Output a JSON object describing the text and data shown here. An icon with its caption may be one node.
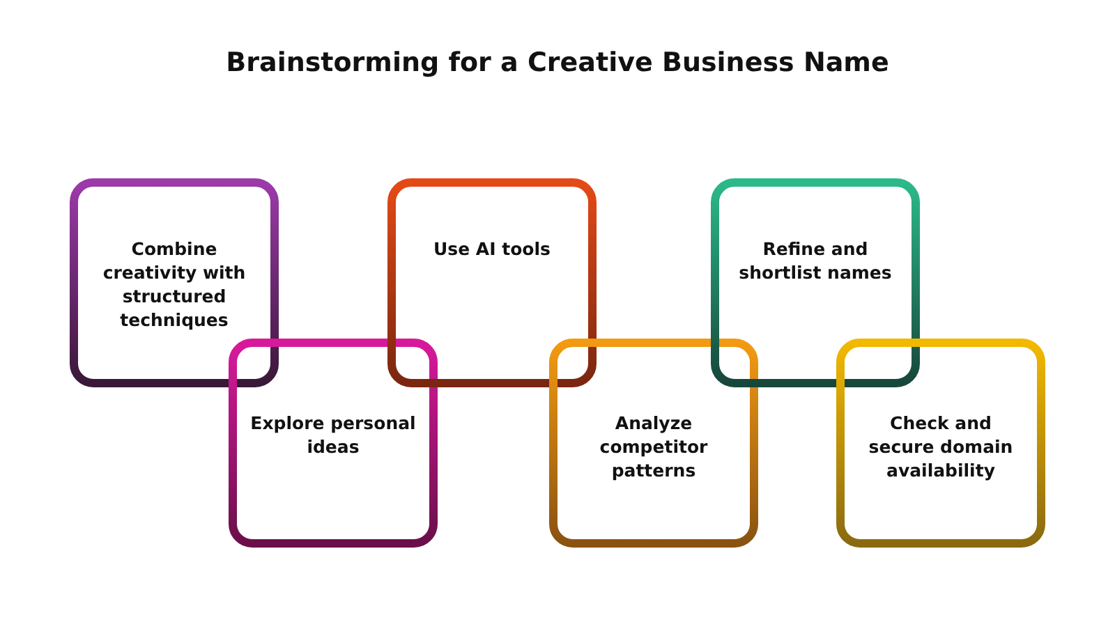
{
  "diagram": {
    "title": "Brainstorming for a Creative Business Name",
    "nodes": [
      {
        "text": [
          "Combine creativity with structured techniques"
        ]
      },
      {
        "text": [
          "Explore personal ideas"
        ]
      },
      {
        "text": [
          "Use AI tools"
        ]
      },
      {
        "text": [
          "Analyze competitor patterns"
        ]
      },
      {
        "text": [
          "Refine and shortlist names"
        ]
      },
      {
        "text": [
          "Check and secure domain availability"
        ]
      }
    ]
  }
}
